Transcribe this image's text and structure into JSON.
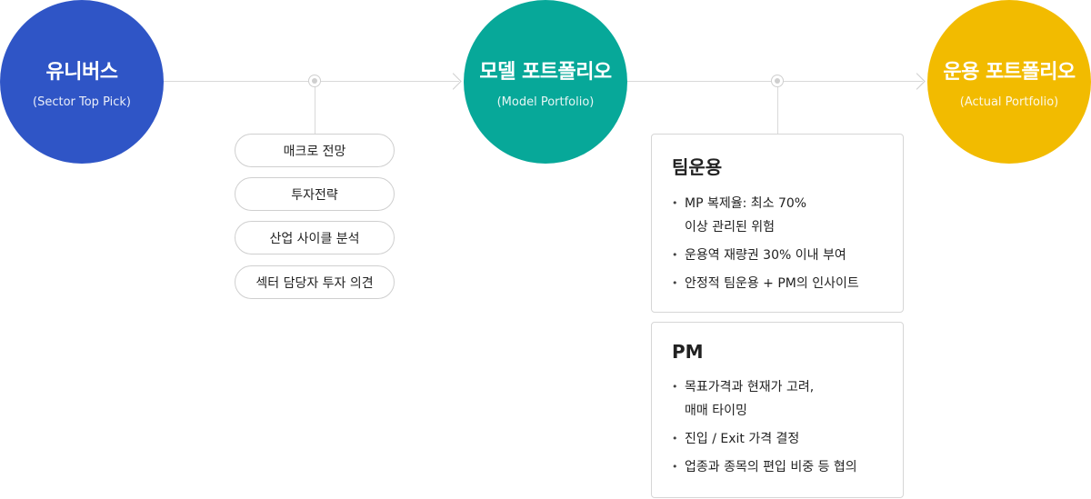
{
  "stages": {
    "universe": {
      "title": "유니버스",
      "subtitle": "(Sector Top Pick)",
      "color": "#2f55c6"
    },
    "model": {
      "title": "모델 포트폴리오",
      "subtitle": "(Model Portfolio)",
      "color": "#07a899"
    },
    "actual": {
      "title": "운용 포트폴리오",
      "subtitle": "(Actual Portfolio)",
      "color": "#f2bb00"
    }
  },
  "criteria": [
    "매크로 전망",
    "투자전략",
    "산업 사이클 분석",
    "섹터 담당자 투자 의견"
  ],
  "team_box": {
    "title": "팀운용",
    "items": [
      {
        "line1": "MP 복제율: 최소 70%",
        "line2": "이상 관리된 위험"
      },
      {
        "line1": "운용역 재량권 30% 이내 부여",
        "line2": ""
      },
      {
        "line1": "안정적 팀운용 + PM의 인사이트",
        "line2": ""
      }
    ]
  },
  "pm_box": {
    "title": "PM",
    "items": [
      {
        "line1": "목표가격과 현재가 고려,",
        "line2": "매매 타이밍"
      },
      {
        "line1": "진입 / Exit 가격 결정",
        "line2": ""
      },
      {
        "line1": "업종과 종목의 편입 비중  등 협의",
        "line2": ""
      }
    ]
  }
}
